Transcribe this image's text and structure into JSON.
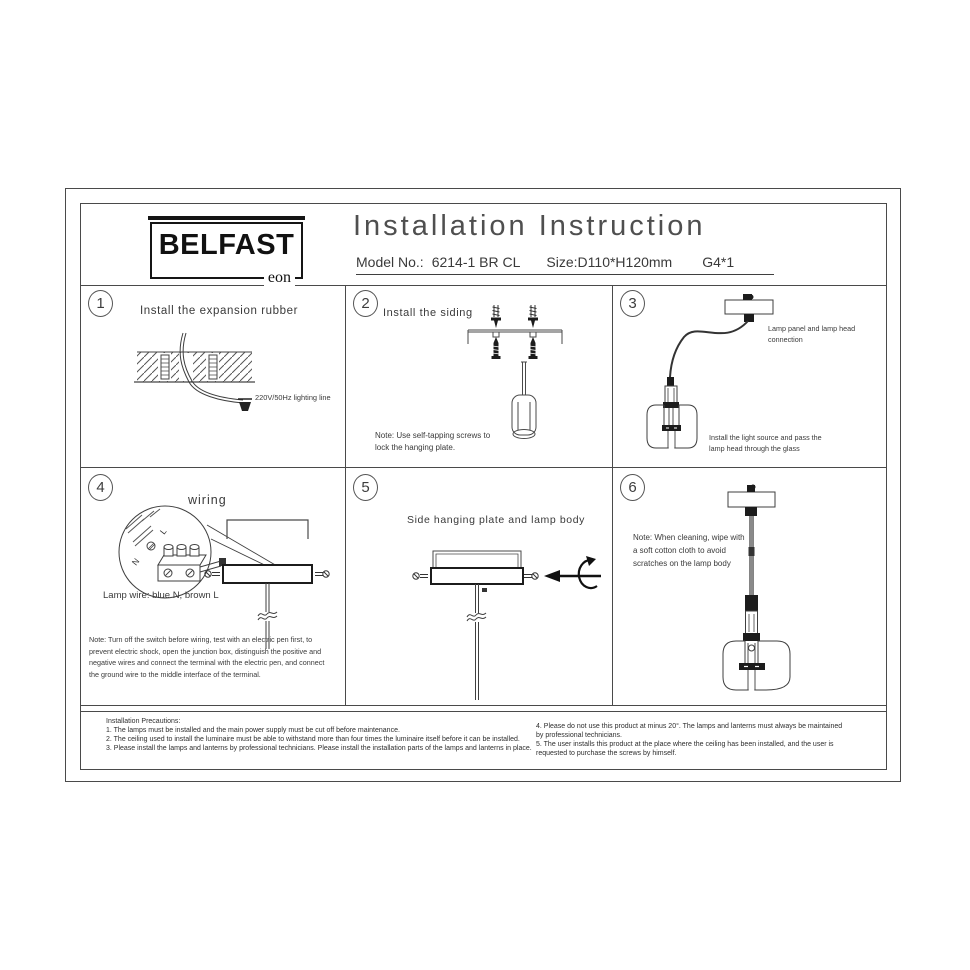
{
  "header": {
    "brand": "BELFAST",
    "brand_sub": "eon",
    "title": "Installation Instruction",
    "model_label": "Model No.:",
    "model_value": "6214-1 BR CL",
    "size_label": "Size:",
    "size_value": "D110*H120mm",
    "lamp_spec": "G4*1"
  },
  "panels": [
    {
      "number": "1",
      "title": "Install the expansion rubber",
      "wire_label": "220V/50Hz lighting line"
    },
    {
      "number": "2",
      "title": "Install the siding",
      "note": "Note: Use self-tapping screws to\nlock the hanging plate."
    },
    {
      "number": "3",
      "label_top": "Lamp panel and lamp head\nconnection",
      "label_bottom": "Install the light source and pass the\nlamp head through the glass"
    },
    {
      "number": "4",
      "title": "wiring",
      "terminal_n": "N",
      "terminal_l": "L",
      "caption": "Lamp wire: blue N, brown L",
      "note": "Note: Turn off the switch before wiring, test with an electric pen first, to\nprevent electric shock, open the junction box, distinguish the positive and\nnegative wires and connect the terminal with the electric pen, and connect\nthe ground wire to the middle interface of the terminal."
    },
    {
      "number": "5",
      "title": "Side hanging plate and lamp body"
    },
    {
      "number": "6",
      "note": "Note: When cleaning, wipe with\na soft cotton cloth to avoid\nscratches on the lamp body"
    }
  ],
  "footer": {
    "title": "Installation Precautions:",
    "items_left": [
      "1. The lamps must be installed and the main power supply must be cut off before maintenance.",
      "2. The ceiling used to install the luminaire must be able to withstand more than four times the luminaire itself before it can be installed.",
      "3. Please install the lamps and lanterns by professional technicians. Please install the installation parts of the lamps and lanterns in place."
    ],
    "items_right": [
      "4. Please do not use this product at minus 20°. The lamps and lanterns must always be maintained\nby professional technicians.",
      "5. The user installs this product at the place where the ceiling has been installed, and the user is\nrequested to purchase the screws by himself."
    ]
  },
  "colors": {
    "ink": "#3d3d3d",
    "line": "#4a4a4a",
    "dark": "#1c1c1c"
  }
}
